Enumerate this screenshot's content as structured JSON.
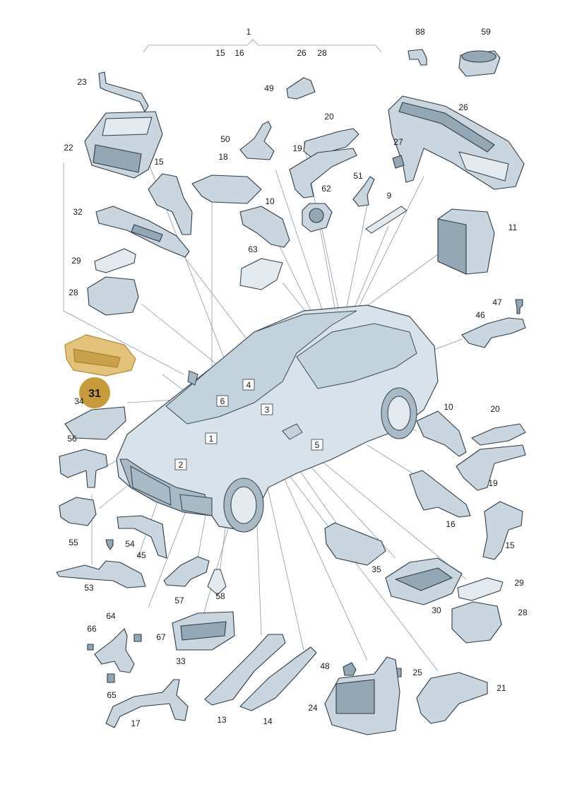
{
  "labels": {
    "l1_top": "1",
    "l15_top": "15",
    "l16_top": "16",
    "l26_top": "26",
    "l28_top": "28",
    "l88": "88",
    "l59": "59",
    "l23": "23",
    "l49": "49",
    "l26": "26",
    "l22": "22",
    "l20": "20",
    "l50": "50",
    "l19": "19",
    "l27": "27",
    "l18": "18",
    "l15": "15",
    "l51": "51",
    "l62": "62",
    "l9": "9",
    "l10": "10",
    "l32": "32",
    "l11": "11",
    "l63": "63",
    "l29": "29",
    "l28": "28",
    "l47": "47",
    "l46": "46",
    "l4": "4",
    "l6": "6",
    "l3": "3",
    "l5": "5",
    "l1": "1",
    "l2": "2",
    "l34": "34",
    "l10b": "10",
    "l20b": "20",
    "l56": "56",
    "l19b": "19",
    "l16": "16",
    "l55": "55",
    "l15b": "15",
    "l54": "54",
    "l45": "45",
    "l35": "35",
    "l29b": "29",
    "l53": "53",
    "l57": "57",
    "l58": "58",
    "l28b": "28",
    "l30": "30",
    "l64": "64",
    "l66": "66",
    "l67": "67",
    "l33": "33",
    "l48": "48",
    "l25": "25",
    "l65": "65",
    "l21": "21",
    "l24": "24",
    "l17": "17",
    "l13": "13",
    "l14": "14"
  },
  "highlight": {
    "badge": "31",
    "color": "#c79b3a"
  }
}
